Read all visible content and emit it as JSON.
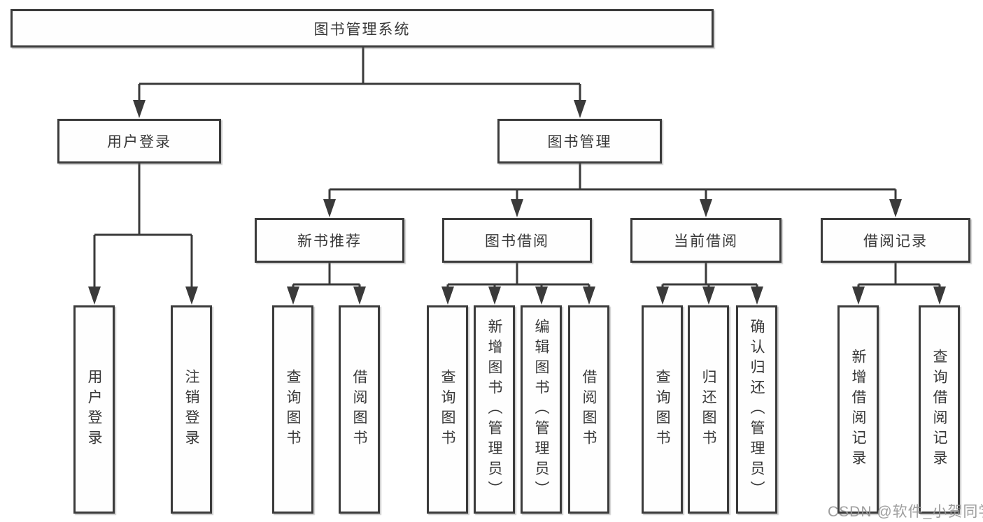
{
  "tree": {
    "root": {
      "label": "图书管理系统",
      "children": [
        {
          "label": "用户登录",
          "children": [
            {
              "label": "用户登录"
            },
            {
              "label": "注销登录"
            }
          ]
        },
        {
          "label": "图书管理",
          "children": [
            {
              "label": "新书推荐",
              "children": [
                {
                  "label": "查询图书"
                },
                {
                  "label": "借阅图书"
                }
              ]
            },
            {
              "label": "图书借阅",
              "children": [
                {
                  "label": "查询图书"
                },
                {
                  "label": "新增图书（管理员）"
                },
                {
                  "label": "编辑图书（管理员）"
                },
                {
                  "label": "借阅图书"
                }
              ]
            },
            {
              "label": "当前借阅",
              "children": [
                {
                  "label": "查询图书"
                },
                {
                  "label": "归还图书"
                },
                {
                  "label": "确认归还（管理员）"
                }
              ]
            },
            {
              "label": "借阅记录",
              "children": [
                {
                  "label": "新增借阅记录"
                },
                {
                  "label": "查询借阅记录"
                }
              ]
            }
          ]
        }
      ]
    }
  },
  "watermark": {
    "text": "CSDN @软件_小贺同学"
  },
  "colors": {
    "box_border": "#3b3b3b",
    "box_fill": "#fefefe",
    "text": "#383838",
    "connector": "#3a3a3a",
    "watermark": "#969696",
    "background": "#ffffff"
  }
}
